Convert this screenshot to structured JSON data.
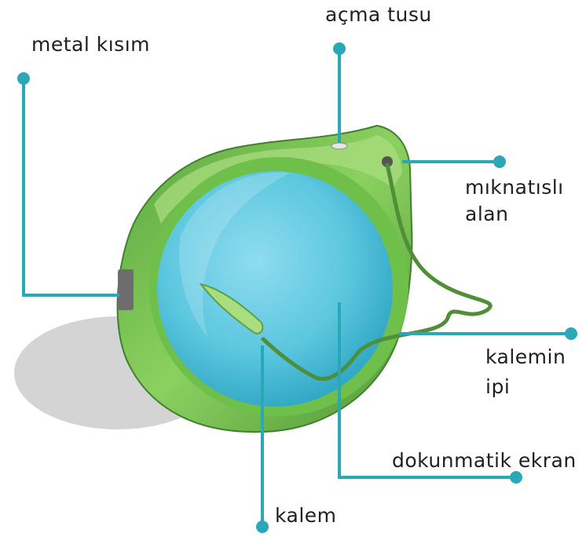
{
  "labels": {
    "open_button": "açma tusu",
    "metal_part": "metal kısım",
    "magnetic_area_line1": "mıknatıslı",
    "magnetic_area_line2": "alan",
    "pen_cord_line1": "kalemin",
    "pen_cord_line2": "ipi",
    "touch_screen": "dokunmatik ekran",
    "pen": "kalem"
  },
  "colors": {
    "leader": "#2aa8b8",
    "body_dark": "#4f9a3a",
    "body_light": "#8dcc5e",
    "screen": "#5fc8df",
    "shadow": "#d4d4d4"
  }
}
